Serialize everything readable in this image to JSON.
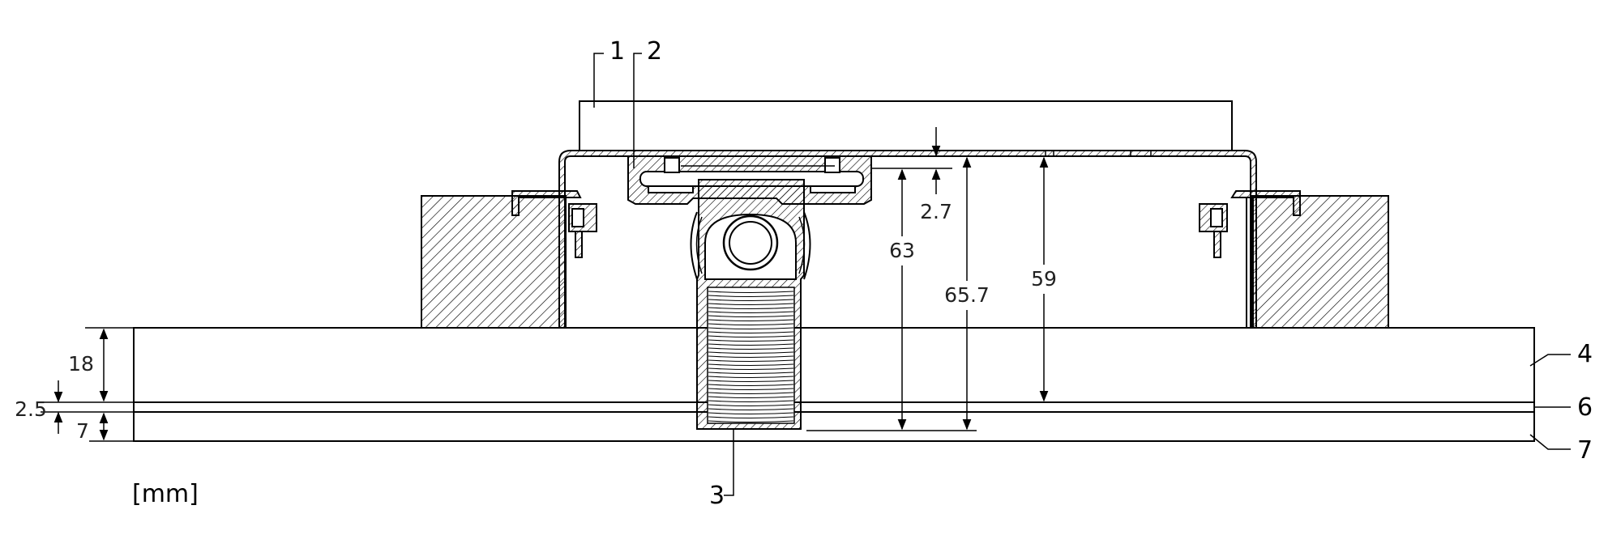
{
  "units_label": "[mm]",
  "callouts": {
    "c1": "1",
    "c2": "2",
    "c3": "3",
    "c4": "4",
    "c6": "6",
    "c7": "7"
  },
  "dimensions": {
    "d18": "18",
    "d2_5": "2.5",
    "d7": "7",
    "d2_7": "2.7",
    "d63": "63",
    "d65_7": "65.7",
    "d59": "59"
  }
}
